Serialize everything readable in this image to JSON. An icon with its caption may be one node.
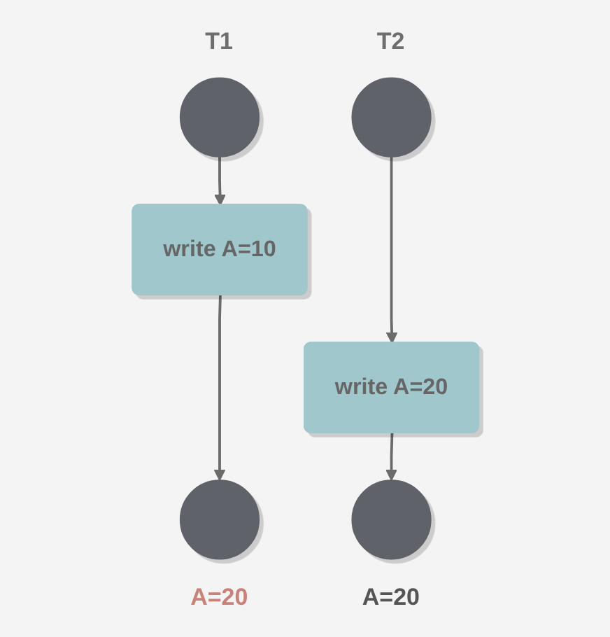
{
  "diagram": {
    "nodes": [
      {
        "text": [],
        "shape": "circle",
        "beside": [
          "T1"
        ]
      },
      {
        "text": [
          "write A=10"
        ]
      },
      {
        "text": [],
        "shape": "circle",
        "beside": [
          "A=20"
        ]
      },
      {
        "text": [],
        "shape": "circle",
        "beside": [
          "T2"
        ]
      },
      {
        "text": [
          "write A=20"
        ]
      },
      {
        "text": [],
        "shape": "circle",
        "beside": [
          "A=20"
        ]
      }
    ],
    "edges": [
      {
        "from": 0,
        "to": 1,
        "arrow": "to"
      },
      {
        "from": 1,
        "to": 2,
        "arrow": "to"
      },
      {
        "from": 3,
        "to": 4,
        "arrow": "to"
      },
      {
        "from": 4,
        "to": 5,
        "arrow": "to"
      }
    ]
  }
}
